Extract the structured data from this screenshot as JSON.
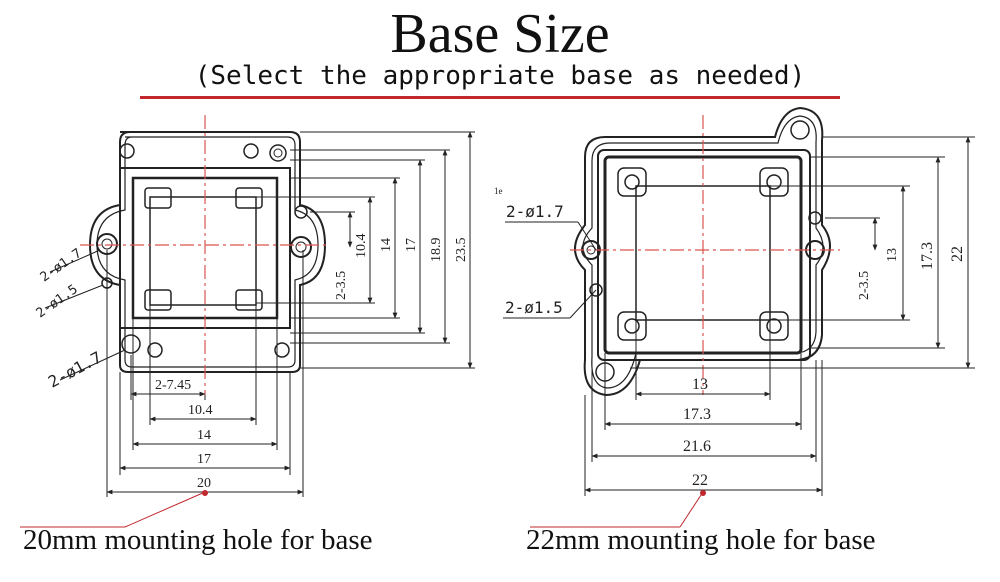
{
  "header": {
    "title": "Base Size",
    "subtitle": "(Select the appropriate base as needed)"
  },
  "left_drawing": {
    "caption": "20mm mounting hole for base",
    "callouts": [
      "2-ø1.7",
      "2-ø1.5",
      "2-ø1.7"
    ],
    "right_dims": [
      "10.4",
      "14",
      "17",
      "18.9",
      "23.5"
    ],
    "inner_dim": "2-3.5",
    "bottom_dims": [
      "2-7.45",
      "10.4",
      "14",
      "17",
      "20"
    ]
  },
  "right_drawing": {
    "caption": "22mm mounting hole for base",
    "callouts": [
      "2-ø1.7",
      "2-ø1.5"
    ],
    "marker": "1e",
    "right_dims": [
      "13",
      "17.3",
      "22"
    ],
    "inner_dim": "2-3.5",
    "bottom_dims": [
      "13",
      "17.3",
      "21.6",
      "22"
    ]
  },
  "colors": {
    "accent": "#c0282d",
    "line": "#222222",
    "centerline": "#d9534f"
  }
}
